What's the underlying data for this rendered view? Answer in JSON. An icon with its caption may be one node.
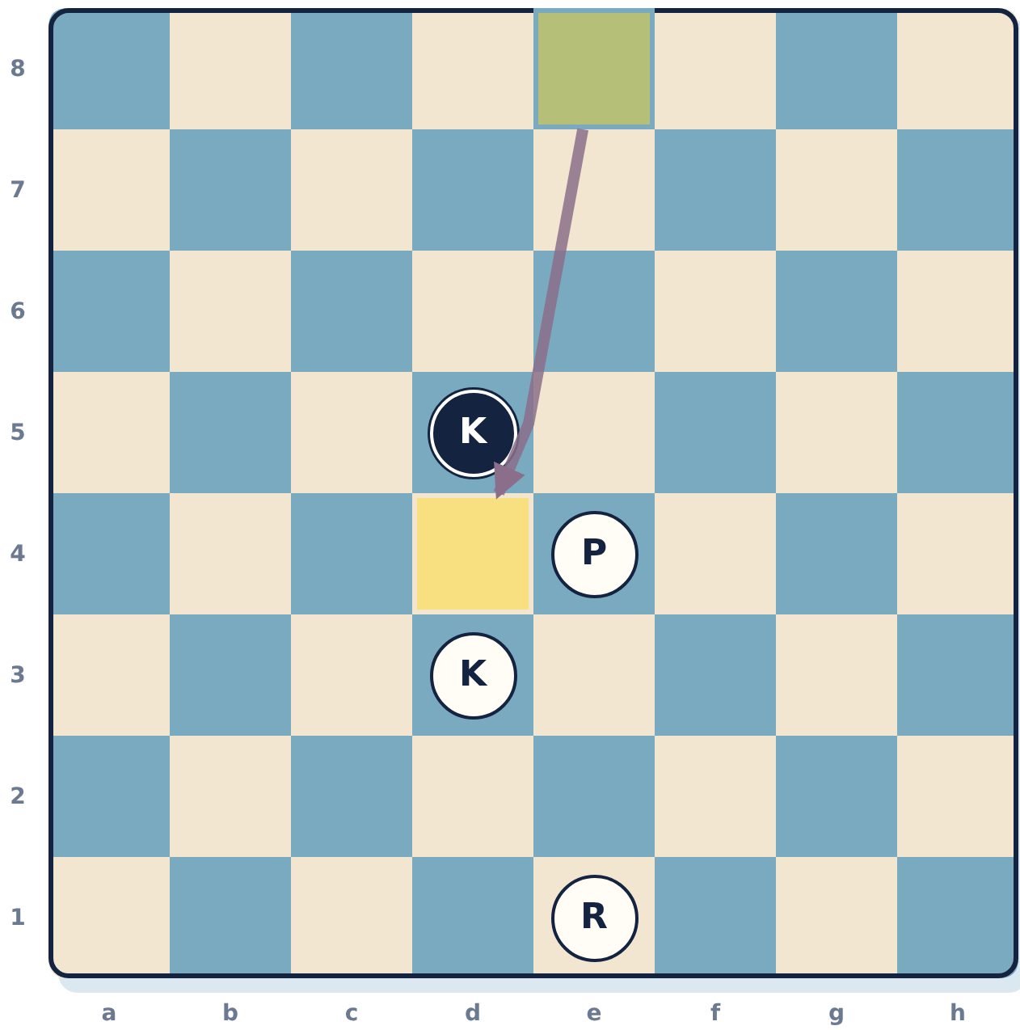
{
  "diagram": {
    "nodes": [
      {
        "text": [],
        "shape": "box"
      },
      {
        "text": [
          "K"
        ]
      },
      {
        "text": [],
        "shape": "box"
      },
      {
        "text": [
          "P"
        ]
      },
      {
        "text": [
          "K"
        ]
      },
      {
        "text": [
          "R"
        ]
      }
    ],
    "edges": [
      {
        "from": 0,
        "to": 2,
        "arrow": "to",
        "color": "#8a6e8a"
      }
    ],
    "labels": [
      "8",
      "7",
      "6",
      "5",
      "4",
      "3",
      "2",
      "1",
      "a",
      "b",
      "c",
      "d",
      "e",
      "f",
      "g",
      "h"
    ]
  }
}
